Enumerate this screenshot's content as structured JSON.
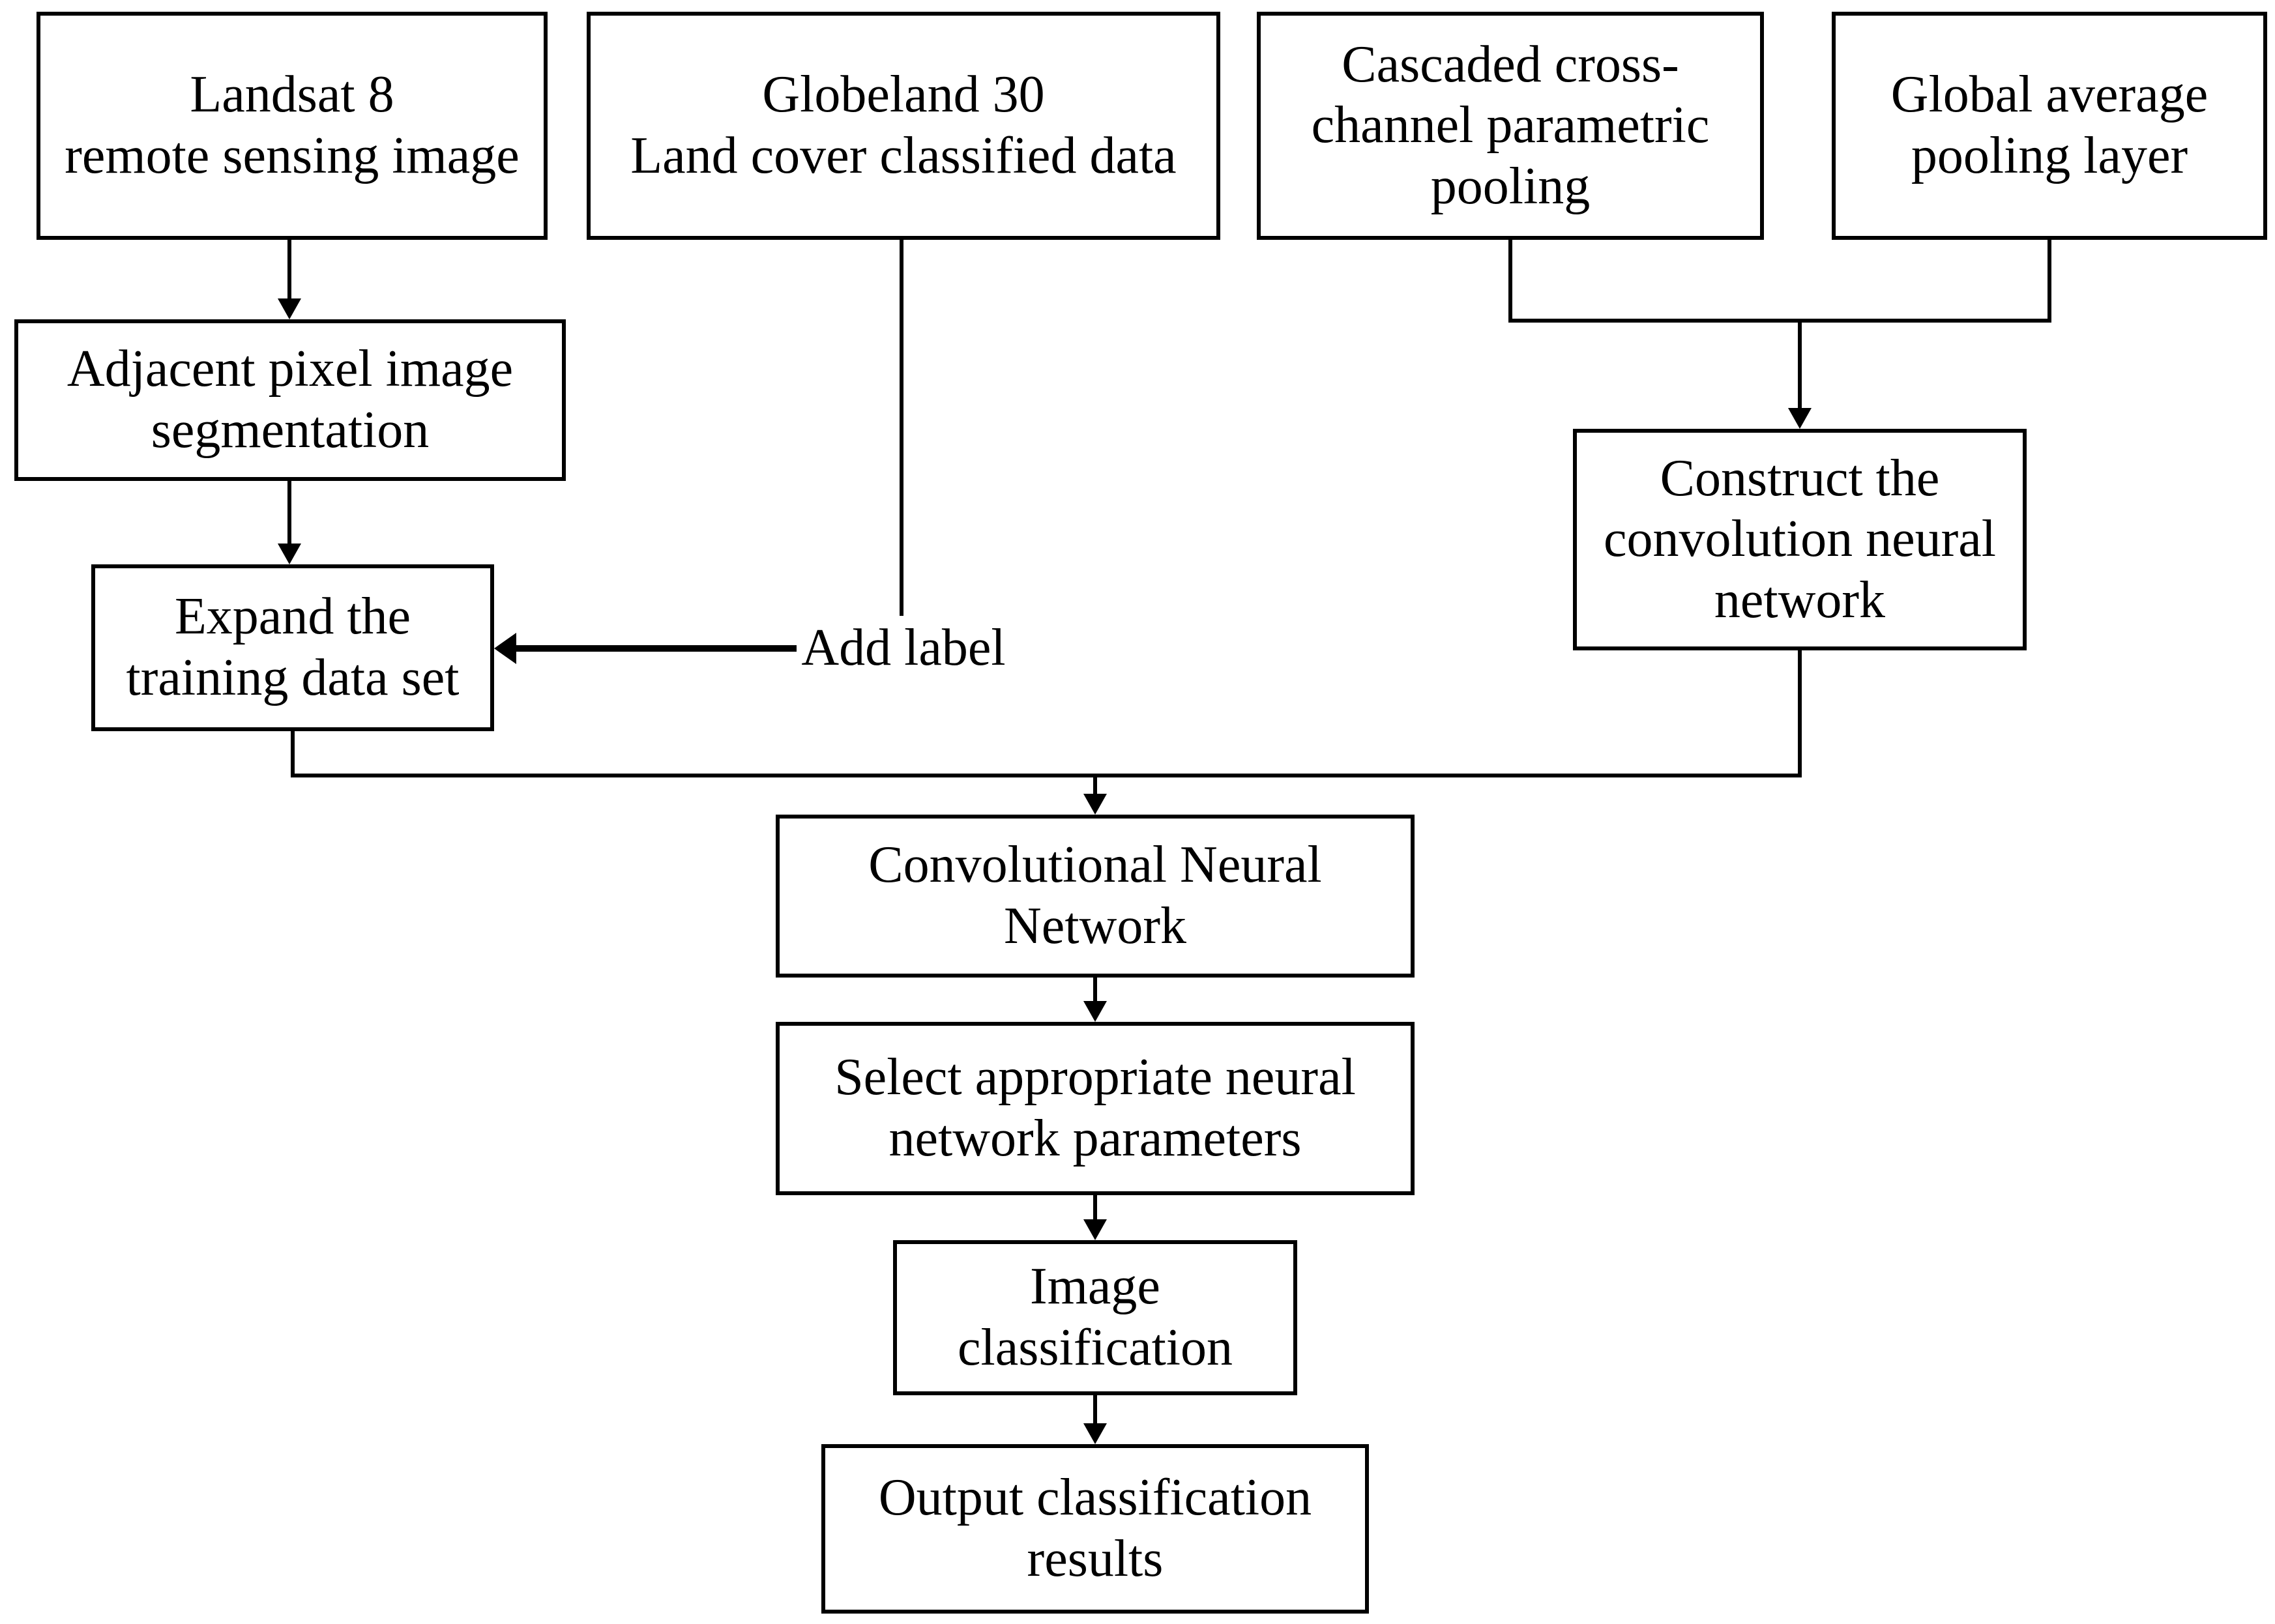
{
  "diagram": {
    "type": "flowchart",
    "colors": {
      "background": "#ffffff",
      "line": "#000000",
      "text": "#000000"
    },
    "nodes": {
      "landsat": {
        "label": "Landsat 8\nremote sensing image"
      },
      "globeland": {
        "label": "Globeland 30\nLand cover classified data"
      },
      "ccp_pooling": {
        "label": "Cascaded cross-\nchannel parametric\npooling"
      },
      "gap_layer": {
        "label": "Global average\npooling layer"
      },
      "adjacent": {
        "label": "Adjacent pixel image\nsegmentation"
      },
      "expand": {
        "label": "Expand the\ntraining data set"
      },
      "construct": {
        "label": "Construct the\nconvolution neural\nnetwork"
      },
      "cnn": {
        "label": "Convolutional Neural\nNetwork"
      },
      "select_params": {
        "label": "Select appropriate neural\nnetwork parameters"
      },
      "image_class": {
        "label": "Image\nclassification"
      },
      "output": {
        "label": "Output classification\nresults"
      }
    },
    "edge_labels": {
      "add_label": "Add label"
    }
  }
}
